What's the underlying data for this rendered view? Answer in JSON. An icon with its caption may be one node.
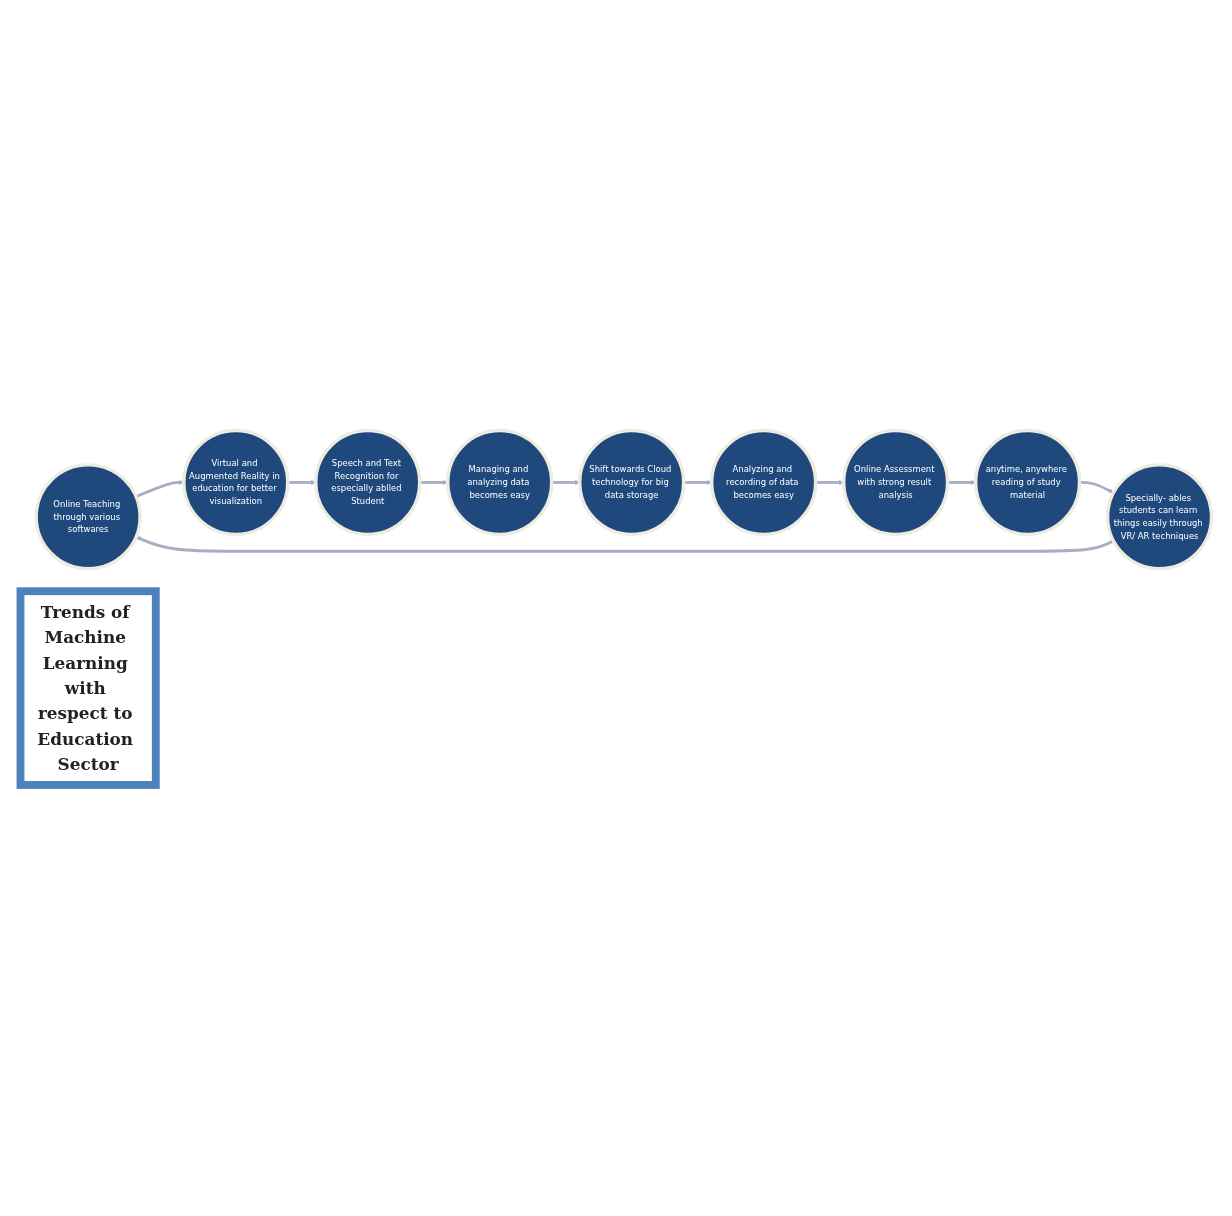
{
  "diagram": {
    "nodes": [
      {
        "text": [
          "Online Teaching through various softwares"
        ]
      },
      {
        "text": [
          "Virtual and Augmented Reality in education for better visualization"
        ]
      },
      {
        "text": [
          "Speech and Text Recognition for especially ablled Student"
        ]
      },
      {
        "text": [
          "Managing and analyzing data becomes easy"
        ]
      },
      {
        "text": [
          "Shift towards Cloud technology for big data storage"
        ]
      },
      {
        "text": [
          "Analyzing and recording of data becomes easy"
        ]
      },
      {
        "text": [
          "Online Assessment with strong result analysis"
        ]
      },
      {
        "text": [
          "anytime, anywhere reading of study material"
        ]
      },
      {
        "text": [
          "Specially- ables students can learn things easily through VR/ AR techniques"
        ]
      },
      {
        "text": [
          "Trends of Machine Learning with respect to Education Sector"
        ]
      }
    ],
    "edges": [
      {
        "from": 0,
        "to": 1,
        "arrow": "to"
      },
      {
        "from": 1,
        "to": 2,
        "arrow": "to"
      },
      {
        "from": 2,
        "to": 3,
        "arrow": "to"
      },
      {
        "from": 3,
        "to": 4,
        "arrow": "to"
      },
      {
        "from": 4,
        "to": 5,
        "arrow": "to"
      },
      {
        "from": 5,
        "to": 6,
        "arrow": "to"
      },
      {
        "from": 6,
        "to": 7,
        "arrow": "to"
      },
      {
        "from": 7,
        "to": 8,
        "arrow": "to"
      },
      {
        "from": 8,
        "to": 0,
        "arrow": "to"
      }
    ]
  }
}
